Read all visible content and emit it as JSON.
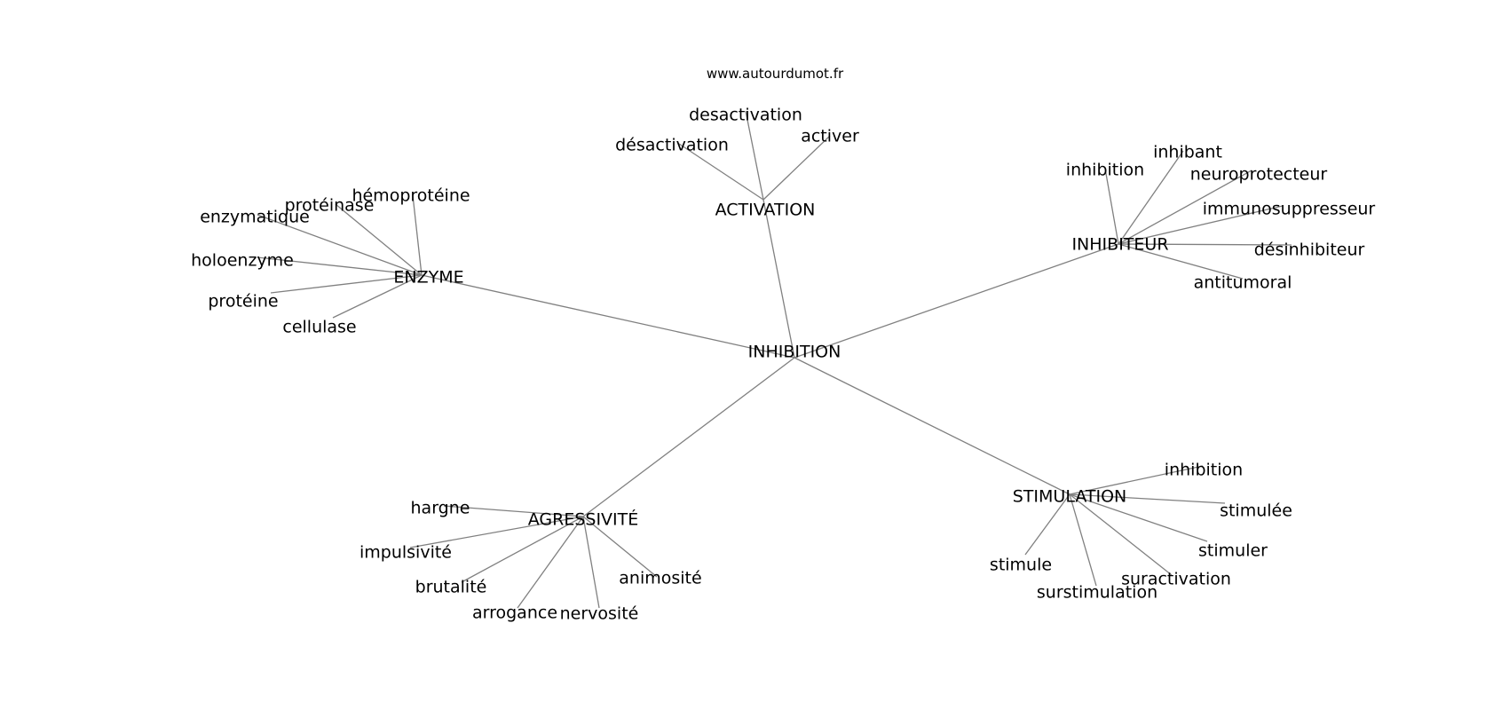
{
  "source": "www.autourdumot.fr",
  "graph": {
    "center": "INHIBITION",
    "clusters": [
      {
        "id": "activation",
        "label": "ACTIVATION",
        "leaves": [
          {
            "id": "desactivation",
            "label": "desactivation"
          },
          {
            "id": "desactivation-accent",
            "label": "désactivation"
          },
          {
            "id": "activer",
            "label": "activer"
          }
        ]
      },
      {
        "id": "enzyme",
        "label": "ENZYME",
        "leaves": [
          {
            "id": "hemoproteine",
            "label": "hémoprotéine"
          },
          {
            "id": "proteinase",
            "label": "protéinase"
          },
          {
            "id": "enzymatique",
            "label": "enzymatique"
          },
          {
            "id": "holoenzyme",
            "label": "holoenzyme"
          },
          {
            "id": "proteine",
            "label": "protéine"
          },
          {
            "id": "cellulase",
            "label": "cellulase"
          }
        ]
      },
      {
        "id": "inhibiteur",
        "label": "INHIBITEUR",
        "leaves": [
          {
            "id": "inhibition",
            "label": "inhibition"
          },
          {
            "id": "inhibant",
            "label": "inhibant"
          },
          {
            "id": "neuroprotecteur",
            "label": "neuroprotecteur"
          },
          {
            "id": "immunosuppresseur",
            "label": "immunosuppresseur"
          },
          {
            "id": "desinhibiteur",
            "label": "désinhibiteur"
          },
          {
            "id": "antitumoral",
            "label": "antitumoral"
          }
        ]
      },
      {
        "id": "agressivite",
        "label": "AGRESSIVITÉ",
        "leaves": [
          {
            "id": "hargne",
            "label": "hargne"
          },
          {
            "id": "impulsivite",
            "label": "impulsivité"
          },
          {
            "id": "brutalite",
            "label": "brutalité"
          },
          {
            "id": "arrogance",
            "label": "arrogance"
          },
          {
            "id": "nervosite",
            "label": "nervosité"
          },
          {
            "id": "animosite",
            "label": "animosité"
          }
        ]
      },
      {
        "id": "stimulation",
        "label": "STIMULATION",
        "leaves": [
          {
            "id": "inhibition",
            "label": "inhibition"
          },
          {
            "id": "stimulee",
            "label": "stimulée"
          },
          {
            "id": "stimuler",
            "label": "stimuler"
          },
          {
            "id": "suractivation",
            "label": "suractivation"
          },
          {
            "id": "surstimulation",
            "label": "surstimulation"
          },
          {
            "id": "stimule",
            "label": "stimule"
          }
        ]
      }
    ]
  }
}
